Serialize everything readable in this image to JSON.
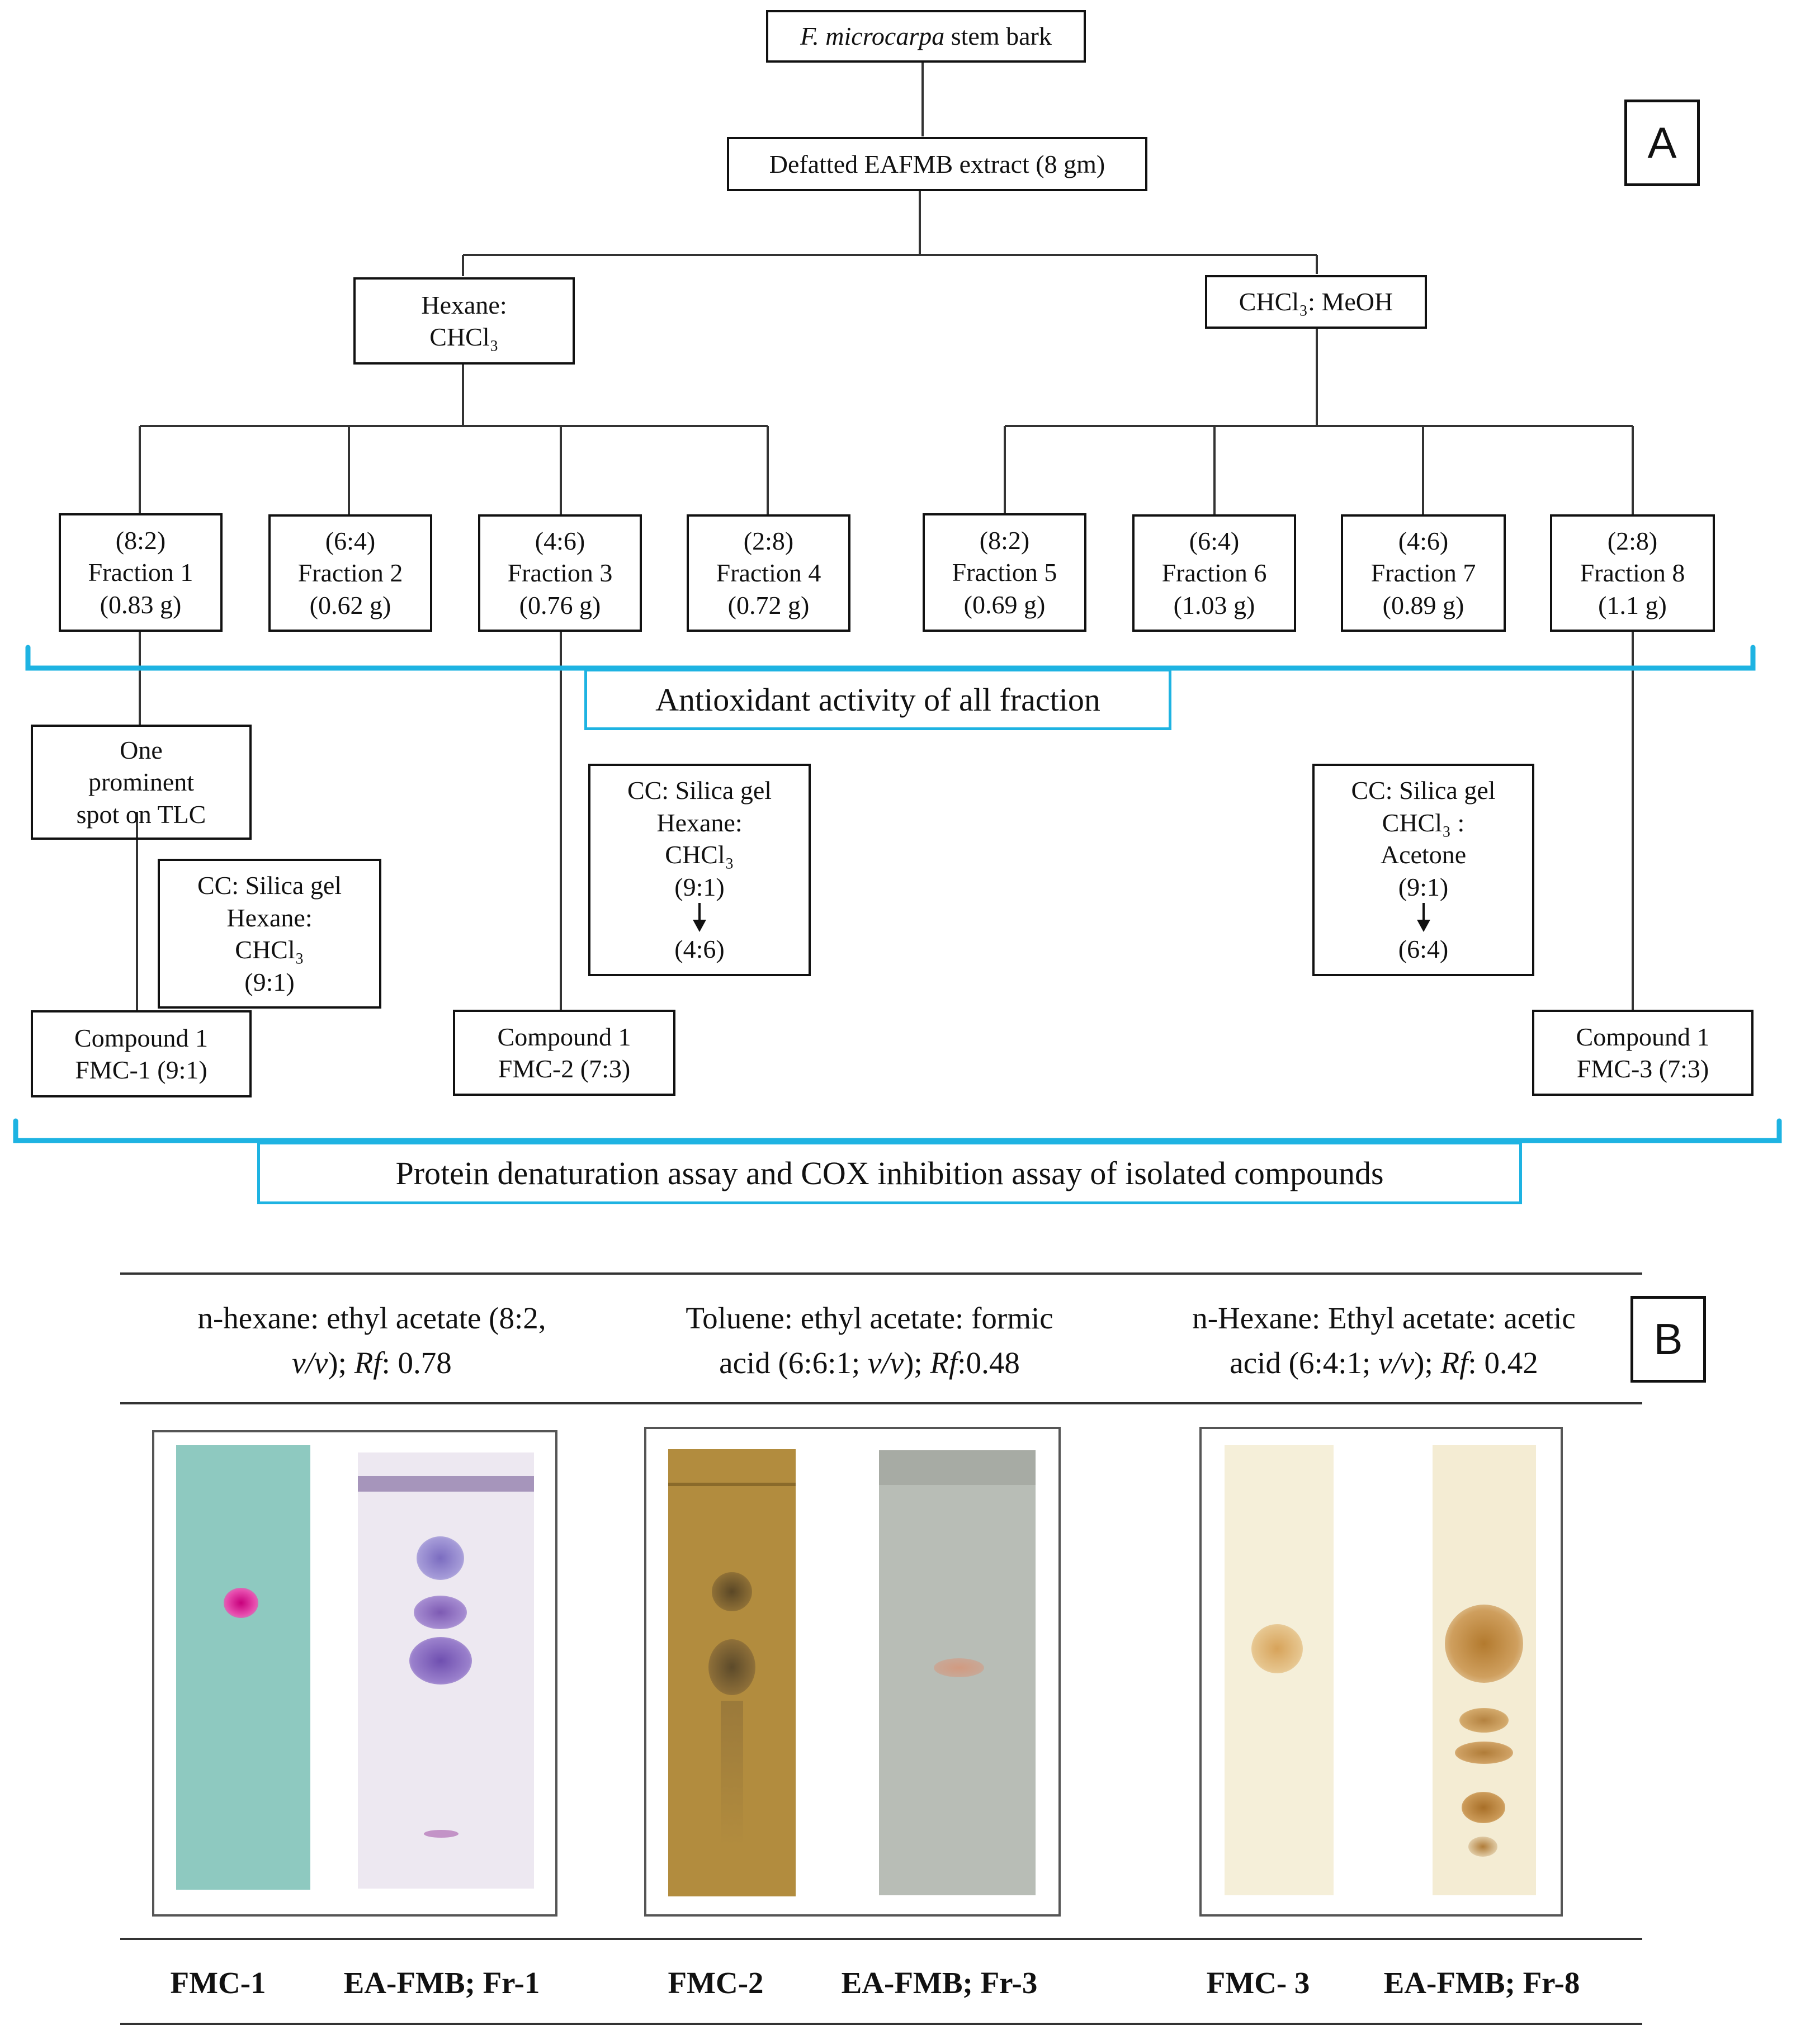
{
  "panel_a": {
    "label": "A",
    "root": {
      "italic": "F. microcarpa",
      "rest": " stem bark"
    },
    "extract": "Defatted EAFMB extract (8 gm)",
    "solvent_left": "Hexane:\nCHCl₃",
    "solvent_right": "CHCl₃: MeOH",
    "fractions": [
      {
        "ratio": "(8:2)",
        "name": "Fraction 1",
        "mass": "(0.83 g)"
      },
      {
        "ratio": "(6:4)",
        "name": "Fraction 2",
        "mass": "(0.62 g)"
      },
      {
        "ratio": "(4:6)",
        "name": "Fraction 3",
        "mass": "(0.76 g)"
      },
      {
        "ratio": "(2:8)",
        "name": "Fraction 4",
        "mass": "(0.72 g)"
      },
      {
        "ratio": "(8:2)",
        "name": "Fraction 5",
        "mass": "(0.69 g)"
      },
      {
        "ratio": "(6:4)",
        "name": "Fraction 6",
        "mass": "(1.03 g)"
      },
      {
        "ratio": "(4:6)",
        "name": "Fraction 7",
        "mass": "(0.89 g)"
      },
      {
        "ratio": "(2:8)",
        "name": "Fraction 8",
        "mass": "(1.1 g)"
      }
    ],
    "antioxidant_label": "Antioxidant activity of all fraction",
    "tlc_note": "One\nprominent\nspot on TLC",
    "cc1": "CC: Silica gel\nHexane:\nCHCl₃\n(9:1)",
    "cc2_top": "CC: Silica gel\nHexane:\nCHCl₃\n(9:1)",
    "cc2_bottom": "(4:6)",
    "cc3_top": "CC: Silica gel\nCHCl₃ :\nAcetone\n(9:1)",
    "cc3_bottom": "(6:4)",
    "compounds": [
      "Compound 1\nFMC-1 (9:1)",
      "Compound 1\nFMC-2 (7:3)",
      "Compound 1\nFMC-3 (7:3)"
    ],
    "assay_label": "Protein denaturation assay and COX inhibition assay of isolated compounds",
    "accent_color": "#1eb3e2"
  },
  "panel_b": {
    "label": "B",
    "headers": [
      {
        "line1": "n-hexane: ethyl acetate (8:2,",
        "line2_italic1": "v/v",
        "line2_mid": "); ",
        "line2_italic2": "Rf",
        "line2_end": ": 0.78"
      },
      {
        "line1": "Toluene: ethyl acetate: formic",
        "line2_pre": "acid (6:6:1; ",
        "line2_italic1": "v/v",
        "line2_mid": "); ",
        "line2_italic2": "Rf",
        "line2_end": ":0.48"
      },
      {
        "line1": "n-Hexane: Ethyl acetate: acetic",
        "line2_pre": "acid (6:4:1; ",
        "line2_italic1": "v/v",
        "line2_mid": "); ",
        "line2_italic2": "Rf",
        "line2_end": ": 0.42"
      }
    ],
    "captions": [
      "FMC-1",
      "EA-FMB; Fr-1",
      "FMC-2",
      "EA-FMB; Fr-3",
      "FMC- 3",
      "EA-FMB; Fr-8"
    ]
  }
}
